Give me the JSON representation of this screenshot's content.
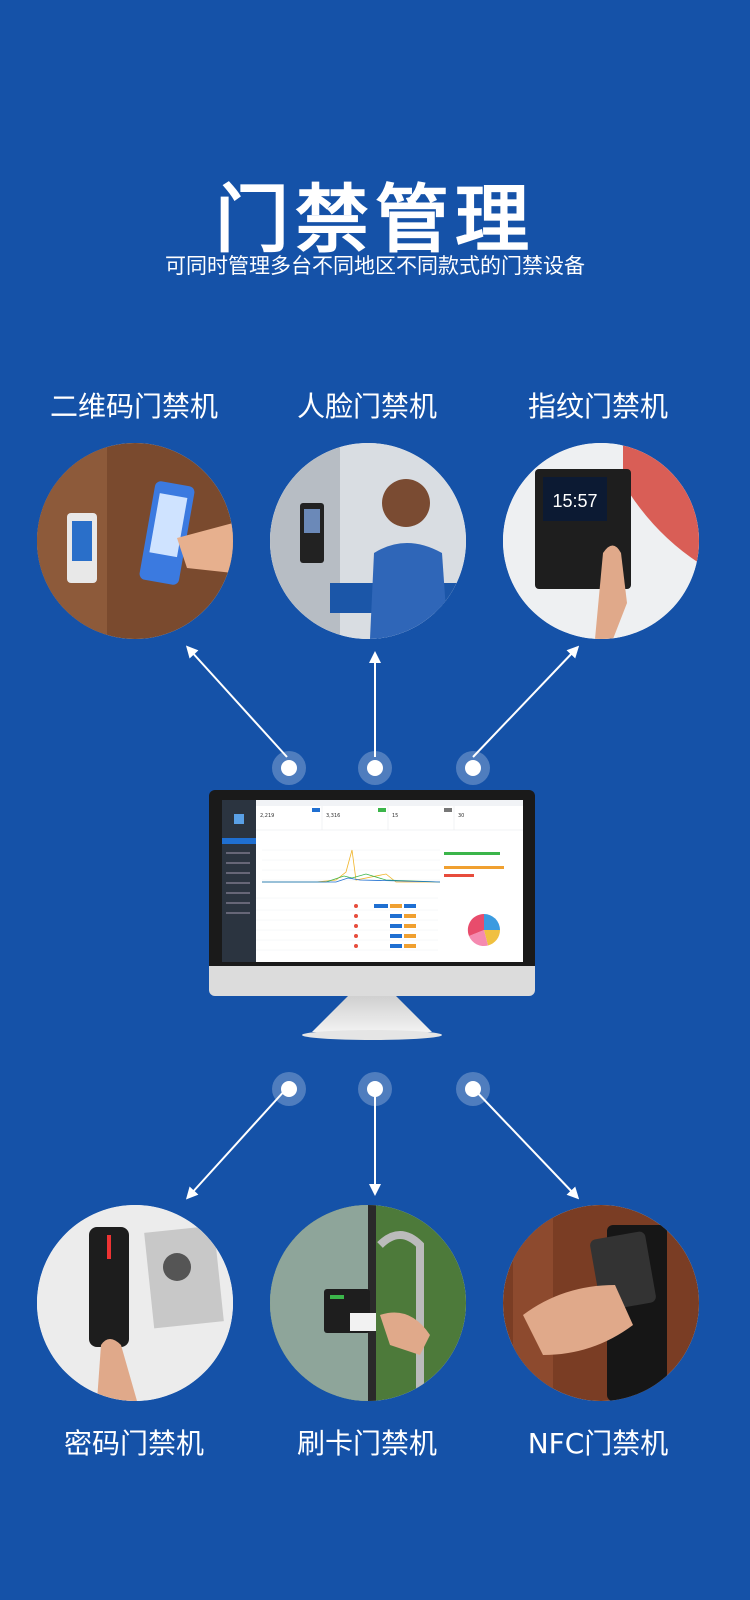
{
  "title": "门禁管理",
  "subtitle": "可同时管理多台不同地区不同款式的门禁设备",
  "top_devices": [
    {
      "label": "二维码门禁机",
      "icon": "qr-phone-scan"
    },
    {
      "label": "人脸门禁机",
      "icon": "face-scan-terminal"
    },
    {
      "label": "指纹门禁机",
      "icon": "fingerprint-terminal"
    }
  ],
  "bottom_devices": [
    {
      "label": "密码门禁机",
      "icon": "keypad-terminal"
    },
    {
      "label": "刷卡门禁机",
      "icon": "card-reader"
    },
    {
      "label": "NFC门禁机",
      "icon": "nfc-phone-reader"
    }
  ],
  "device_screen_time": "15:57",
  "dashboard": {
    "stats": [
      "2,219",
      "3,316",
      "15",
      "30"
    ]
  },
  "colors": {
    "background": "#1552a8",
    "text": "#ffffff",
    "arrow": "#ffffff"
  }
}
